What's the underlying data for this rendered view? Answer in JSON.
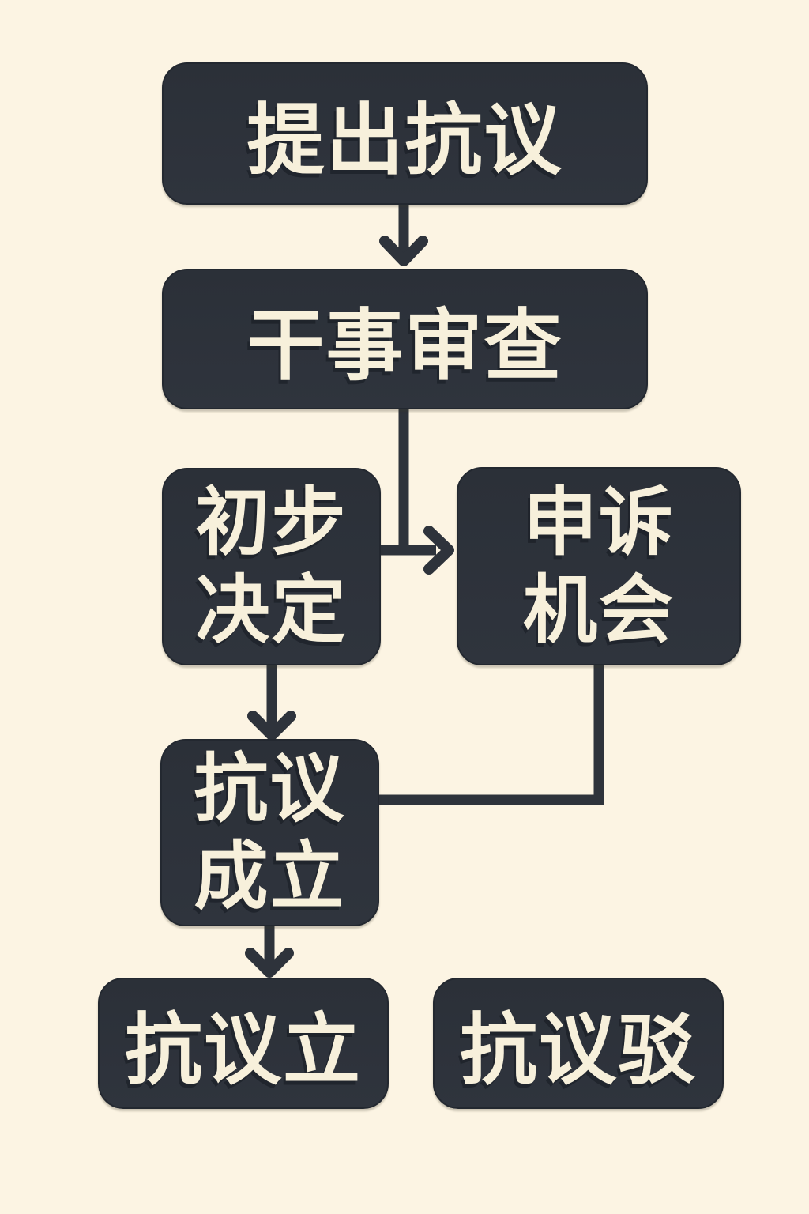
{
  "diagram": {
    "type": "flowchart",
    "background_color": "#fcf4e3",
    "node_fill_color": "#2e333b",
    "node_text_color": "#f7f0db",
    "connector_color": "#2e333b",
    "nodes": [
      {
        "id": "submit-protest",
        "label": "提出抗议"
      },
      {
        "id": "officer-review",
        "label": "干事审查"
      },
      {
        "id": "preliminary-decision",
        "label": "初步\n决定"
      },
      {
        "id": "appeal-opportunity",
        "label": "申诉\n机会"
      },
      {
        "id": "protest-upheld",
        "label": "抗议\n成立"
      },
      {
        "id": "protest-established",
        "label": "抗议立"
      },
      {
        "id": "protest-rejected",
        "label": "抗议驳"
      }
    ],
    "edges": [
      {
        "from": "submit-protest",
        "to": "officer-review",
        "arrowhead": true,
        "shape": "straight-down"
      },
      {
        "from": "officer-review",
        "to": "appeal-opportunity",
        "arrowhead": true,
        "shape": "down-then-right"
      },
      {
        "from": "preliminary-decision",
        "to": "appeal-opportunity",
        "arrowhead": true,
        "shape": "straight-right"
      },
      {
        "from": "preliminary-decision",
        "to": "protest-upheld",
        "arrowhead": true,
        "shape": "straight-down"
      },
      {
        "from": "appeal-opportunity",
        "to": "protest-upheld",
        "arrowhead": false,
        "shape": "down-then-left"
      },
      {
        "from": "protest-upheld",
        "to": "protest-established",
        "arrowhead": true,
        "shape": "straight-down"
      }
    ]
  }
}
